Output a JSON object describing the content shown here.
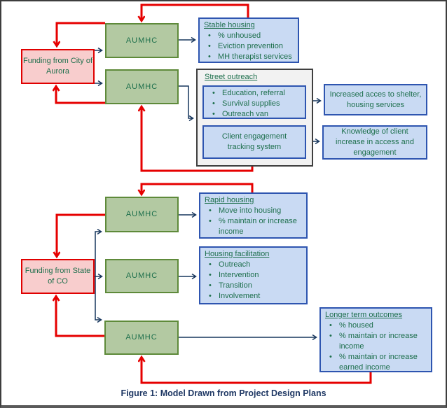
{
  "colors": {
    "red": "#e60000",
    "navy": "#17365d",
    "pink_fill": "#f8cdcd",
    "pink_border": "#e00000",
    "green_fill": "#b3c9a2",
    "green_border": "#5e8a3a",
    "blue_fill": "#c9daf3",
    "blue_border": "#2e55b0",
    "text_green": "#1d6f4c",
    "gray_fill": "#f2f2f2",
    "caption": "#1f3864"
  },
  "caption": "Figure 1: Model Drawn from Project Design Plans",
  "nodes": {
    "aumhc_label": "AUMHC",
    "funding_city": "Funding from City of Aurora",
    "funding_state": "Funding from State of CO"
  },
  "boxes": {
    "stable_housing": {
      "title": "Stable housing",
      "items": [
        "% unhoused",
        "Eviction prevention",
        "MH therapist services"
      ]
    },
    "street_outreach": {
      "title": "Street outreach",
      "program_items": [
        "Education, referral",
        "Survival supplies",
        "Outreach van"
      ],
      "tracking_label": "Client engagement tracking system"
    },
    "increased_access": {
      "label": "Increased acces to shelter, housing services"
    },
    "knowledge": {
      "label": "Knowledge of client increase in access and engagement"
    },
    "rapid_housing": {
      "title": "Rapid housing",
      "items": [
        "Move into housing",
        "% maintain or increase income"
      ]
    },
    "housing_facilitation": {
      "title": "Housing facilitation",
      "items": [
        "Outreach",
        "Intervention",
        "Transition",
        "Involvement"
      ]
    },
    "longer_term": {
      "title": "Longer term outcomes",
      "items": [
        "% housed",
        "% maintain or increase income",
        "% maintain or increase earned income"
      ]
    }
  }
}
